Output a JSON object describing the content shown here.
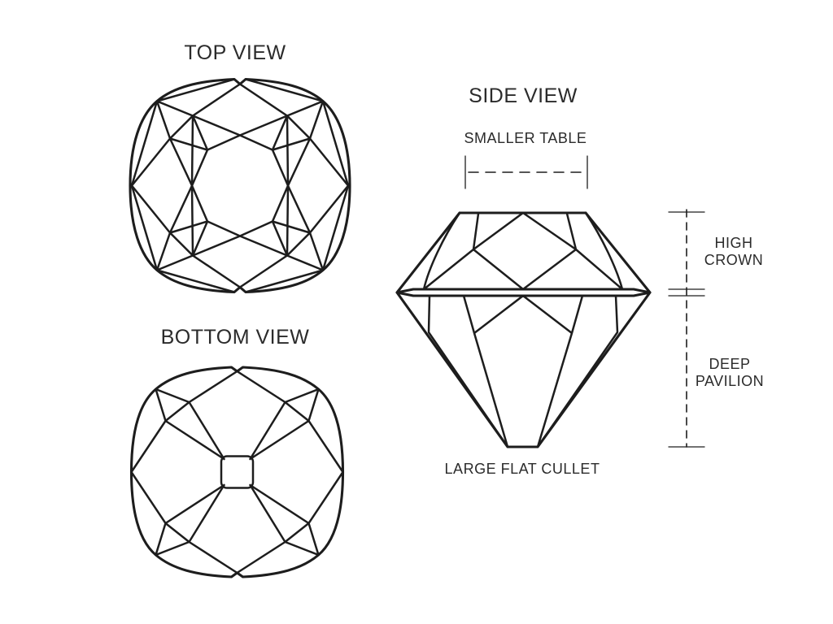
{
  "titles": {
    "top_view": "TOP VIEW",
    "bottom_view": "BOTTOM VIEW",
    "side_view": "SIDE VIEW"
  },
  "side_view_annotations": {
    "smaller_table": "SMALLER TABLE",
    "high_crown": "HIGH\nCROWN",
    "deep_pavilion": "DEEP\nPAVILION",
    "large_flat_cullet": "LARGE FLAT CULLET"
  },
  "colors": {
    "background": "#ffffff",
    "line": "#1d1d1d",
    "text": "#2b2b2b",
    "tick": "#9a9a9a",
    "dash": "#3c3c3c"
  }
}
